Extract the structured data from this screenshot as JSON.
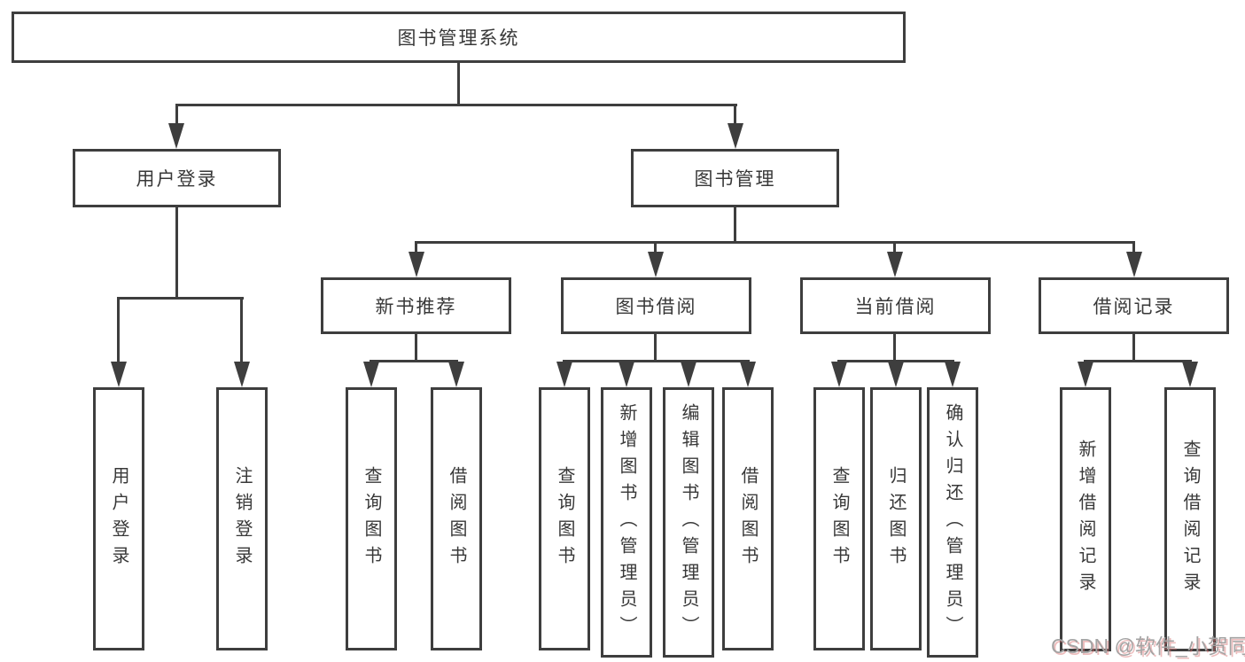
{
  "diagram": {
    "root": {
      "label": "图书管理系统"
    },
    "level2": [
      {
        "label": "用户登录"
      },
      {
        "label": "图书管理"
      }
    ],
    "level3": [
      {
        "label": "新书推荐"
      },
      {
        "label": "图书借阅"
      },
      {
        "label": "当前借阅"
      },
      {
        "label": "借阅记录"
      }
    ],
    "leaves": {
      "user_login": [
        {
          "label": "用户登录"
        },
        {
          "label": "注销登录"
        }
      ],
      "new_books": [
        {
          "label": "查询图书"
        },
        {
          "label": "借阅图书"
        }
      ],
      "book_borrow": [
        {
          "label": "查询图书"
        },
        {
          "label": "新增图书（管理员）"
        },
        {
          "label": "编辑图书（管理员）"
        },
        {
          "label": "借阅图书"
        }
      ],
      "current_borrow": [
        {
          "label": "查询图书"
        },
        {
          "label": "归还图书"
        },
        {
          "label": "确认归还（管理员）"
        }
      ],
      "borrow_records": [
        {
          "label": "新增借阅记录"
        },
        {
          "label": "查询借阅记录"
        }
      ]
    },
    "watermark": "CSDN @软件_小贺同学",
    "colors": {
      "stroke": "#3e3e3e",
      "text": "#383838",
      "watermark_gray": "#a3a3a3",
      "watermark_red": "#d86c6c"
    }
  }
}
